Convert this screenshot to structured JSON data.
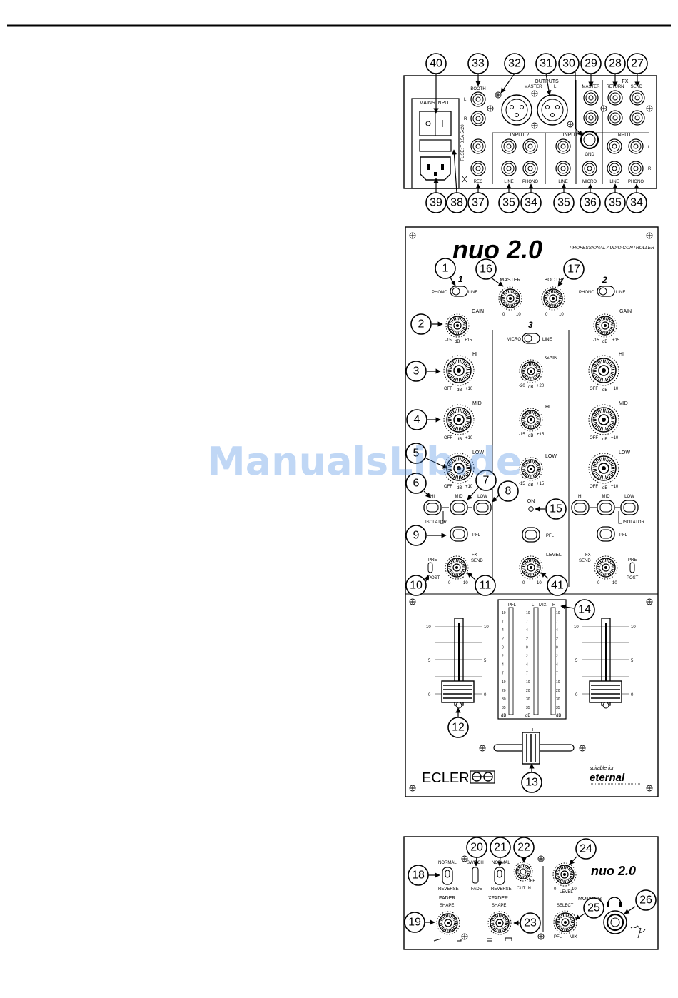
{
  "watermark": "ManualsLib.de",
  "rear": {
    "outputs": "OUTPUTS",
    "booth": "BOOTH",
    "master": "MASTER",
    "master_fx": "MASTER",
    "fx": "FX",
    "return": "RETURN",
    "send": "SEND",
    "mains_input": "MAINS INPUT",
    "fuse": "FUSE: T 0.5A 5x20",
    "input1": "INPUT 1",
    "input2": "INPUT 2",
    "input3": "INPUT 3",
    "gnd": "GND",
    "rec": "REC",
    "line": "LINE",
    "phono": "PHONO",
    "micro": "MICRO",
    "l": "L",
    "r": "R"
  },
  "top": {
    "logo": "nuo 2.0",
    "tagline": "PROFESSIONAL AUDIO CONTROLLER",
    "ch1": "1",
    "ch2": "2",
    "ch3": "3",
    "phono": "PHONO",
    "line": "LINE",
    "micro": "MICRO",
    "master": "MASTER",
    "booth": "BOOTH",
    "gain": "GAIN",
    "hi": "HI",
    "mid": "MID",
    "low": "LOW",
    "isolator": "ISOLATOR",
    "pfl": "PFL",
    "on": "ON",
    "level": "LEVEL",
    "fx_send": "FX SEND",
    "fx": "FX",
    "send": "SEND",
    "pre": "PRE",
    "post": "POST",
    "off": "OFF",
    "db": "dB",
    "m15": "-15",
    "p15": "+15",
    "p10": "+10",
    "m20": "-20",
    "p20": "+20",
    "zero": "0",
    "ten": "10",
    "five": "5",
    "meter_pfl": "PFL",
    "meter_l": "L",
    "meter_mix": "MIX",
    "meter_r": "R",
    "meter_scale": [
      "10",
      "7",
      "4",
      "2",
      "0",
      "2",
      "4",
      "7",
      "10",
      "20",
      "30",
      "35"
    ],
    "meter_db": "dB",
    "brand": "ECLER",
    "suitable": "suitable for",
    "eternal": "eternal"
  },
  "front": {
    "normal": "NORMAL",
    "reverse": "REVERSE",
    "switch": "SWITCH",
    "fade": "FADE",
    "off": "OFF",
    "cut_in": "CUT IN",
    "fader": "FADER",
    "xfader": "XFADER",
    "shape": "SHAPE",
    "level": "LEVEL",
    "monitor": "MONITOR",
    "select": "SELECT",
    "pfl": "PFL",
    "mix": "MIX",
    "logo": "nuo 2.0"
  },
  "callouts": {
    "c1": "1",
    "c2": "2",
    "c3": "3",
    "c4": "4",
    "c5": "5",
    "c6": "6",
    "c7": "7",
    "c8": "8",
    "c9": "9",
    "c10": "10",
    "c11": "11",
    "c12": "12",
    "c13": "13",
    "c14": "14",
    "c15": "15",
    "c16": "16",
    "c17": "17",
    "c18": "18",
    "c19": "19",
    "c20": "20",
    "c21": "21",
    "c22": "22",
    "c23": "23",
    "c24": "24",
    "c25": "25",
    "c26": "26",
    "c27": "27",
    "c28": "28",
    "c29": "29",
    "c30": "30",
    "c31": "31",
    "c32": "32",
    "c33": "33",
    "c34": "34",
    "c35": "35",
    "c36": "36",
    "c37": "37",
    "c38": "38",
    "c39": "39",
    "c40": "40",
    "c41": "41"
  }
}
